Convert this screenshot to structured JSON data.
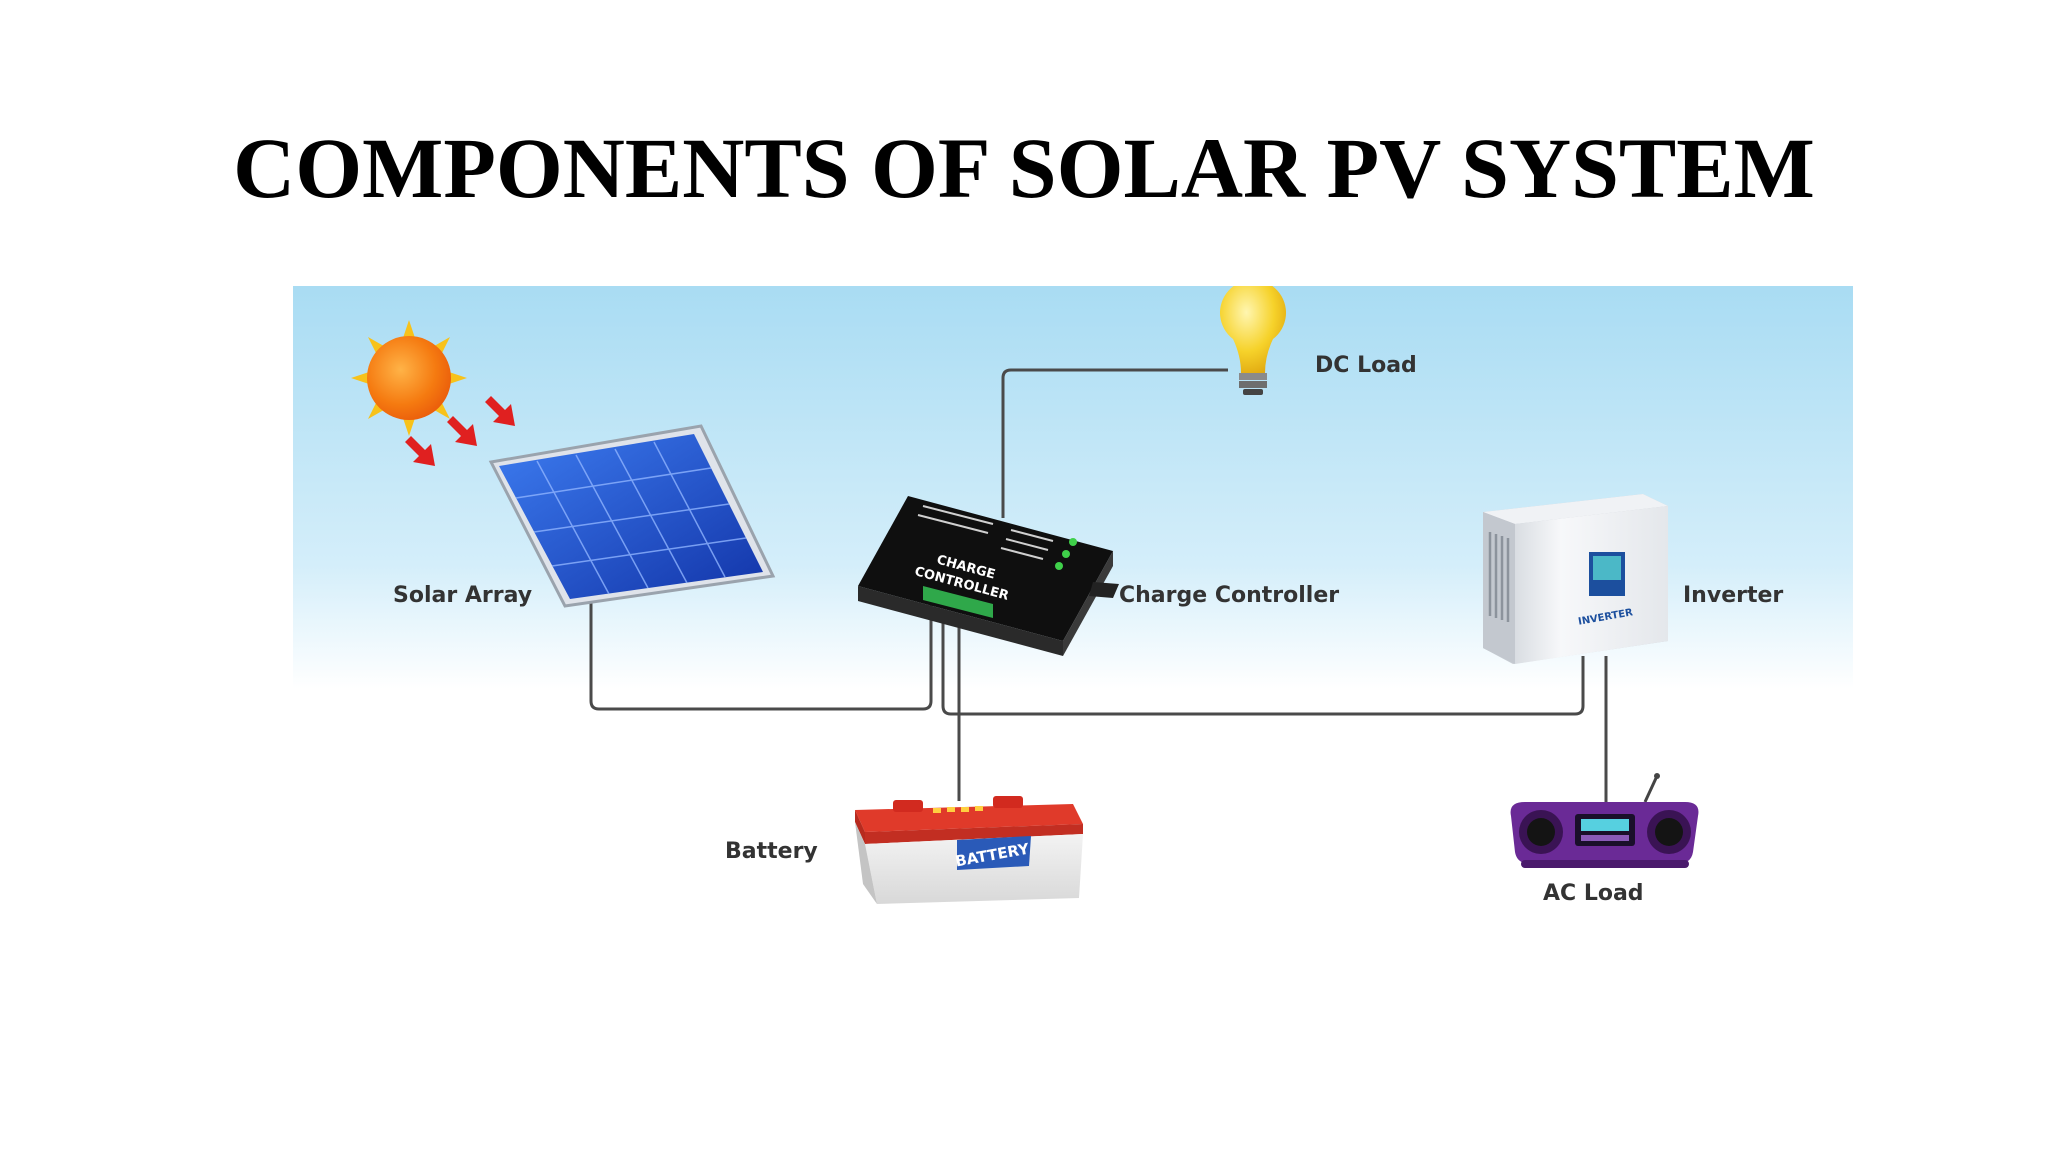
{
  "title": "COMPONENTS OF SOLAR PV SYSTEM",
  "components": {
    "solar_array": "Solar Array",
    "charge_controller": "Charge Controller",
    "dc_load": "DC Load",
    "inverter": "Inverter",
    "battery": "Battery",
    "ac_load": "AC Load"
  },
  "device_markings": {
    "charge_controller_line1": "CHARGE",
    "charge_controller_line2": "CONTROLLER",
    "battery": "BATTERY",
    "inverter": "INVERTER"
  },
  "colors": {
    "sky_top": "#a9dcf3",
    "wire": "#4a4a4a",
    "sun": "#f57a10",
    "panel": "#1f4fc4",
    "controller": "#161616",
    "battery_top": "#e03a2a",
    "bulb": "#f6d22a",
    "radio": "#6a2a96"
  },
  "icons": [
    "sun-icon",
    "sun-ray-arrow-icon",
    "solar-panel-icon",
    "charge-controller-icon",
    "light-bulb-icon",
    "inverter-icon",
    "battery-icon",
    "radio-icon"
  ]
}
